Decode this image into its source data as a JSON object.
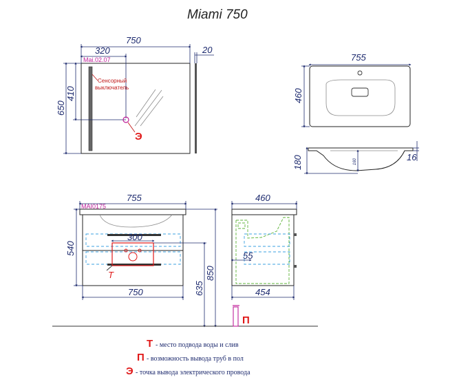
{
  "title": "Miami 750",
  "mirror": {
    "width": "750",
    "height": "650",
    "offset_x": "320",
    "offset_y": "410",
    "depth": "20",
    "code": "Mai.02.07",
    "switch_note_1": "Сенсорный",
    "switch_note_2": "выключатель",
    "socket_mark": "Э"
  },
  "basin": {
    "width": "755",
    "depth": "460",
    "height": "180",
    "inner_height": "160",
    "rim": "16"
  },
  "cabinet": {
    "top_width": "755",
    "code": "MAI0175",
    "inner_width": "300",
    "width": "750",
    "height": "540",
    "pipe_height": "635",
    "total_height": "850",
    "water_mark": "Т"
  },
  "side": {
    "depth": "460",
    "inner_offset": "55",
    "bottom_depth": "454"
  },
  "floor_mark": "П",
  "legend": [
    {
      "key": "Т",
      "text": "- место подвода воды и слив"
    },
    {
      "key": "П",
      "text": "- возможность вывода труб в пол"
    },
    {
      "key": "Э",
      "text": "- точка вывода электрического провода"
    }
  ],
  "colors": {
    "dimension": "#1d2a6e",
    "marker_red": "#e01818",
    "code_magenta": "#c0209a",
    "dashed_blue": "#3aa0e0",
    "dashed_green": "#5cb338"
  }
}
